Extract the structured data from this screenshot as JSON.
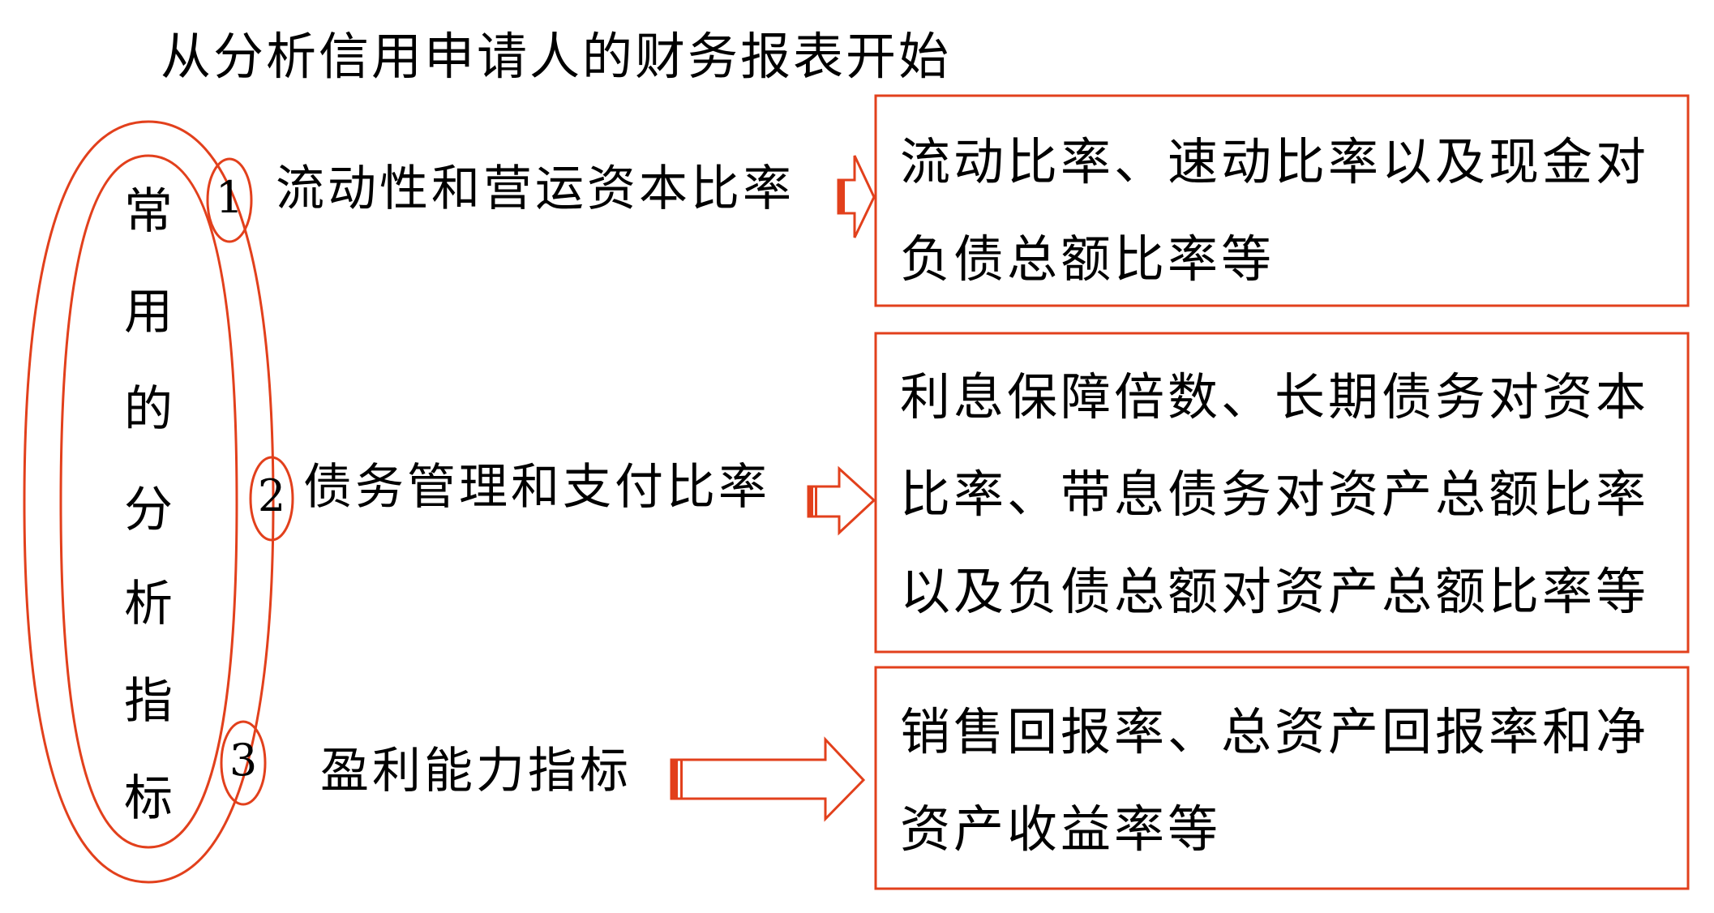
{
  "title": "从分析信用申请人的财务报表开始",
  "vertical_label": [
    "常",
    "用",
    "的",
    "分",
    "析",
    "指",
    "标"
  ],
  "colors": {
    "accent": "#e2401c",
    "text": "#000000",
    "background": "#ffffff"
  },
  "categories": [
    {
      "number": "1",
      "label": "流动性和营运资本比率",
      "detail_lines": [
        "流动比率、速动比率以及现金对",
        "负债总额比率等"
      ]
    },
    {
      "number": "2",
      "label": "债务管理和支付比率",
      "detail_lines": [
        "利息保障倍数、长期债务对资本",
        "比率、带息债务对资产总额比率",
        "以及负债总额对资产总额比率等"
      ]
    },
    {
      "number": "3",
      "label": "盈利能力指标",
      "detail_lines": [
        "销售回报率、总资产回报率和净",
        "资产收益率等"
      ]
    }
  ]
}
